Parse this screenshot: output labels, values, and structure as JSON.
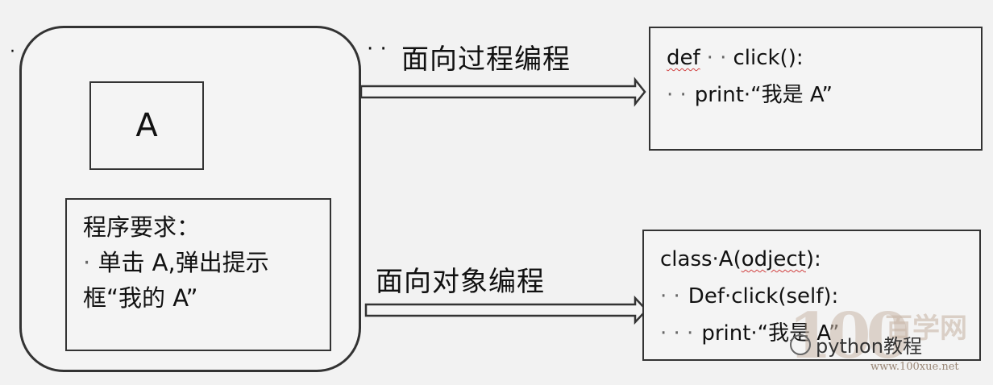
{
  "left": {
    "dot": "·",
    "box_label": "A",
    "requirement": {
      "line1": "程序要求：",
      "line2_dot": "·",
      "line2": "单击 A,弹出提示",
      "line3": "框“我的 A”"
    }
  },
  "top": {
    "dots": "· ·",
    "heading": "面向过程编程",
    "code": {
      "l1_a": "def",
      "l1_dots": "·  ·",
      "l1_b": "click():",
      "l2_dots": "·  ·",
      "l2": "print·“我是 A”"
    }
  },
  "bottom": {
    "heading": "面向对象编程",
    "code": {
      "l1_a": "class·A(",
      "l1_b": "odject",
      "l1_c": "):",
      "l2_dots": "·  ·",
      "l2": "Def·click(self):",
      "l3_dots": "·  ·  ·",
      "l3": "print·“我是 A”"
    }
  },
  "watermark": {
    "number": "100",
    "site_cn": "百学网",
    "channel": "python教程",
    "url": "www.100xue.net"
  },
  "colors": {
    "stroke": "#333333",
    "background": "#f2f2f2",
    "spell_underline": "#d04040"
  }
}
